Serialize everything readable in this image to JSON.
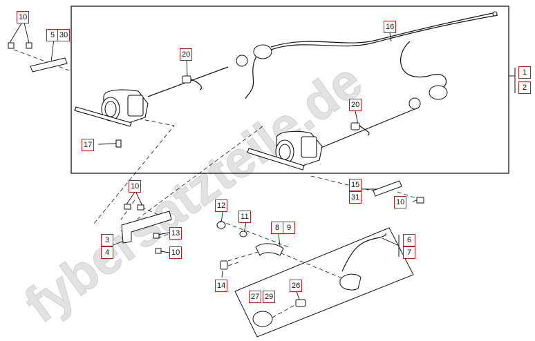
{
  "watermark": "fybersatzteile.de",
  "callouts": {
    "c1": "1",
    "c2": "2",
    "c3": "3",
    "c4": "4",
    "c5": "5",
    "c30": "30",
    "c6": "6",
    "c7": "7",
    "c8": "8",
    "c9": "9",
    "c10a": "10",
    "c10b": "10",
    "c10c": "10",
    "c10d": "10",
    "c11": "11",
    "c12": "12",
    "c13": "13",
    "c14": "14",
    "c15": "15",
    "c31": "31",
    "c16": "16",
    "c17": "17",
    "c20a": "20",
    "c20b": "20",
    "c26": "26",
    "c27": "27",
    "c29": "29"
  },
  "colors": {
    "callout_border": "#c41a1a",
    "line": "#111111",
    "watermark": "#d9d9d9"
  }
}
